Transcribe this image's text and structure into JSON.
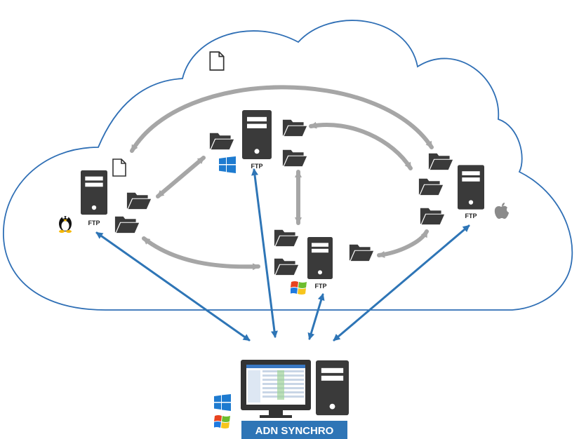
{
  "diagram": {
    "nodes": [
      {
        "id": "linux-server",
        "label": "FTP",
        "os": "linux",
        "os_icon": "linux-tux-icon"
      },
      {
        "id": "windows-server-top",
        "label": "FTP",
        "os": "windows",
        "os_icon": "windows-modern-logo-icon"
      },
      {
        "id": "windows-server-bottom",
        "label": "FTP",
        "os": "windows",
        "os_icon": "windows-xp-logo-icon"
      },
      {
        "id": "mac-server",
        "label": "FTP",
        "os": "macos",
        "os_icon": "apple-logo-icon"
      },
      {
        "id": "client-workstation",
        "label": "ADN SYNCHRO"
      }
    ],
    "client_label": "ADN SYNCHRO",
    "icons": [
      "server-tower-icon",
      "folder-icon",
      "file-icon",
      "monitor-icon"
    ],
    "colors": {
      "cloud_outline": "#2f6fb5",
      "blue_arrow": "#2e75b6",
      "gray_arrow": "#a6a6a6",
      "server_body": "#3a3a3a",
      "label_bg": "#2e75b6",
      "windows_blue": "#1e7bd0"
    }
  }
}
